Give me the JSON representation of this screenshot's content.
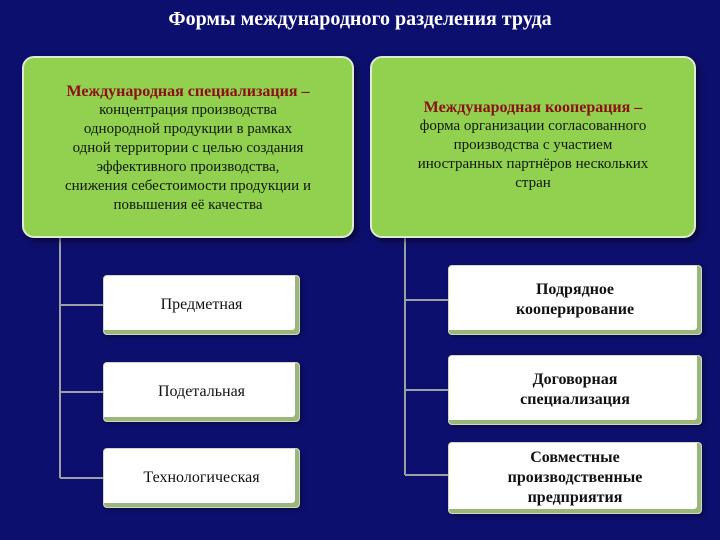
{
  "title": "Формы международного разделения труда",
  "left": {
    "heading": "Международная специализация –",
    "lines": [
      "концентрация производства",
      "однородной продукции в рамках",
      "одной территории с целью создания",
      "эффективного производства,",
      "снижения себестоимости продукции и",
      "повышения её качества"
    ],
    "types": [
      "Предметная",
      "Подетальная",
      "Технологическая"
    ]
  },
  "right": {
    "heading": "Международная кооперация –",
    "lines": [
      "форма организации согласованного",
      "производства с участием",
      "иностранных партнёров нескольких",
      "стран"
    ],
    "types": [
      [
        "Подрядное",
        "кооперирование"
      ],
      [
        "Договорная",
        "специализация"
      ],
      [
        "Совместные",
        "производственные",
        "предприятия"
      ]
    ]
  },
  "colors": {
    "background": "#0d0f6e",
    "top_box": "#92d050",
    "heading": "#8b1010",
    "connector": "#9aa0a6"
  }
}
